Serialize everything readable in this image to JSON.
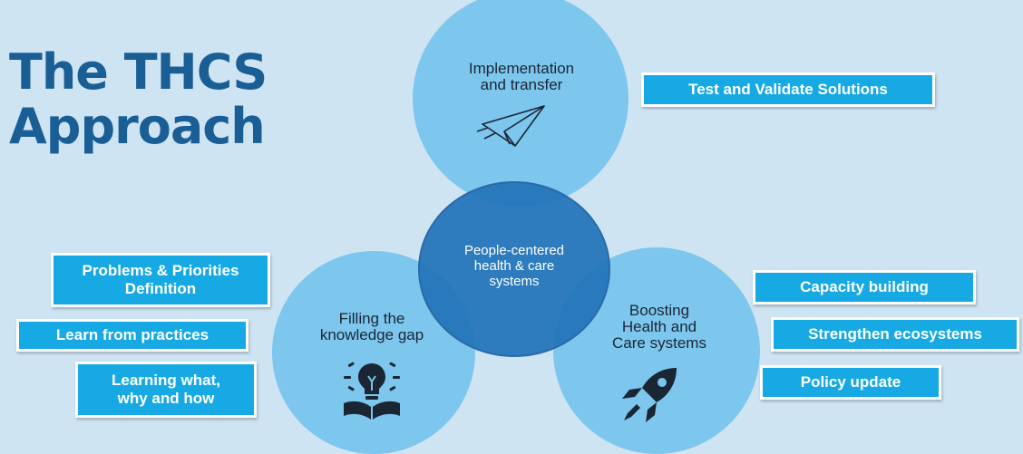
{
  "title": {
    "line1": "The THCS",
    "line2": "Approach"
  },
  "circles": {
    "top": {
      "line1": "Implementation",
      "line2": "and transfer",
      "icon": "paper-plane-icon"
    },
    "left": {
      "line1": "Filling the",
      "line2": "knowledge gap",
      "icon": "idea-book-icon"
    },
    "right": {
      "line1": "Boosting",
      "line2": "Health and",
      "line3": "Care systems",
      "icon": "rocket-icon"
    },
    "center": {
      "line1": "People-centered",
      "line2": "health & care",
      "line3": "systems"
    }
  },
  "tags": {
    "test": "Test and Validate Solutions",
    "problems": {
      "line1": "Problems & Priorities",
      "line2": "Definition"
    },
    "learn": "Learn from practices",
    "learning": {
      "line1": "Learning what,",
      "line2": "why and how"
    },
    "capacity": "Capacity building",
    "strengthen": "Strengthen ecosystems",
    "policy": "Policy update"
  },
  "colors": {
    "background": "#cfe4f3",
    "title": "#1a5e96",
    "outer_circle": "#78c4ec",
    "center_circle": "#2173b9",
    "tag": "#16a9e4"
  }
}
